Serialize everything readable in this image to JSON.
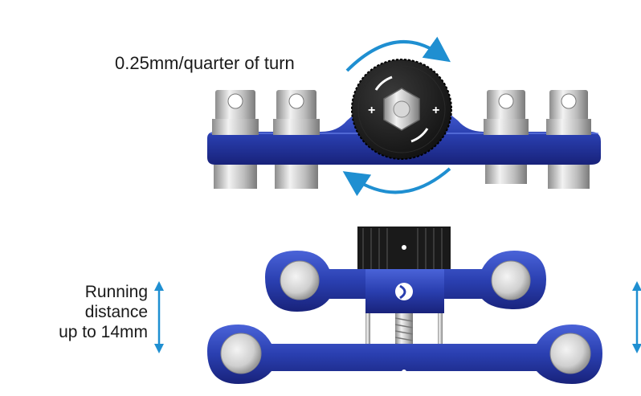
{
  "labels": {
    "turn_adjustment": "0.25mm/quarter of turn",
    "running_distance": [
      "Running",
      "distance",
      "up to 14mm"
    ]
  },
  "colors": {
    "body_blue": "#2a3fb0",
    "body_blue_dark": "#1a2580",
    "body_blue_light": "#4a63d8",
    "arrow_blue": "#1f8fd1",
    "knob_black": "#1b1b1b",
    "metal": "#c9c9c9"
  },
  "icons": [
    "rotation-arrow-top-icon",
    "rotation-arrow-bottom-icon",
    "vertical-double-arrow-left-icon",
    "vertical-double-arrow-right-icon"
  ]
}
